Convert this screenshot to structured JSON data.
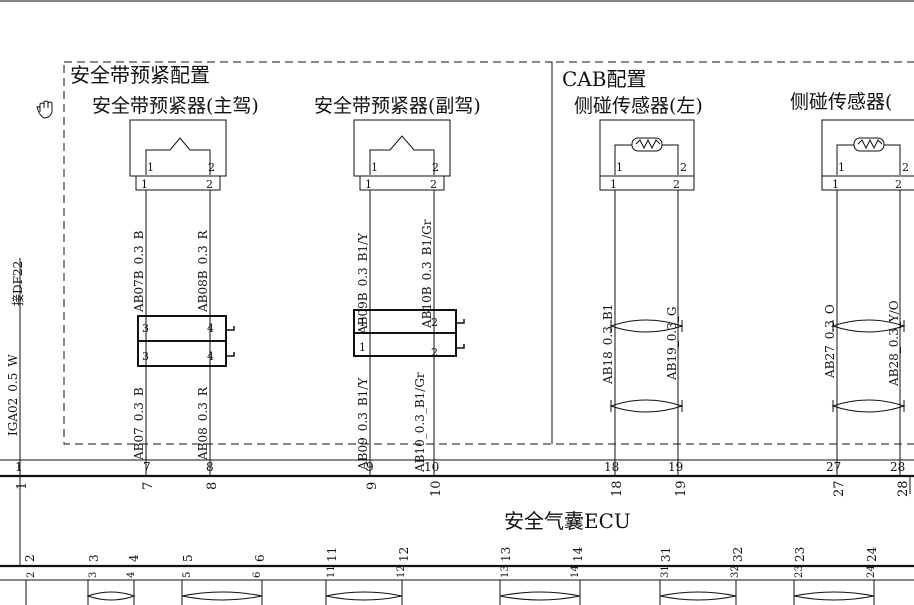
{
  "diagram": {
    "sections": {
      "seatbelt_config": "安全带预紧配置",
      "cab_config": "CAB配置",
      "ecu_label": "安全气囊ECU"
    },
    "components": [
      {
        "id": "pretensioner-driver",
        "label": "安全带预紧器(主驾)",
        "symbol": "pretensioner",
        "pins": [
          "1",
          "2"
        ]
      },
      {
        "id": "pretensioner-passenger",
        "label": "安全带预紧器(副驾)",
        "symbol": "pretensioner",
        "pins": [
          "1",
          "2"
        ]
      },
      {
        "id": "side-sensor-left",
        "label": "侧碰传感器(左)",
        "symbol": "sensor",
        "pins": [
          "1",
          "2"
        ]
      },
      {
        "id": "side-sensor-right",
        "label": "侧碰传感器(",
        "symbol": "sensor",
        "pins": [
          "1",
          "2"
        ]
      }
    ],
    "ground_label": "接DF22",
    "wires": [
      {
        "upper": "",
        "lower": "IGA02_0.5_W",
        "ecu_pin": "1"
      },
      {
        "upper": "AB07B_0.3_B",
        "lower": "AB07_0.3_B",
        "ecu_pin": "7",
        "conn_pin": "3"
      },
      {
        "upper": "AB08B_0.3_R",
        "lower": "AB08_0.3_R",
        "ecu_pin": "8",
        "conn_pin": "4"
      },
      {
        "upper": "AB09B_0.3_B1/Y",
        "lower": "AB09_0.3_B1/Y",
        "ecu_pin": "9",
        "conn_pin": "1"
      },
      {
        "upper": "AB10B_0.3_B1/Gr",
        "lower": "AB10_0.3_B1/Gr",
        "ecu_pin": "10",
        "conn_pin": "2"
      },
      {
        "upper": "",
        "lower": "AB18_0.3_B1",
        "ecu_pin": "18"
      },
      {
        "upper": "",
        "lower": "AB19_0.3_G",
        "ecu_pin": "19"
      },
      {
        "upper": "",
        "lower": "AB27_0.3_O",
        "ecu_pin": "27"
      },
      {
        "upper": "",
        "lower": "AB28_0.3_Y/O",
        "ecu_pin": "28"
      }
    ],
    "bottom_pins": [
      "2",
      "3",
      "4",
      "5",
      "6",
      "11",
      "12",
      "13",
      "14",
      "31",
      "32",
      "23",
      "24"
    ]
  }
}
